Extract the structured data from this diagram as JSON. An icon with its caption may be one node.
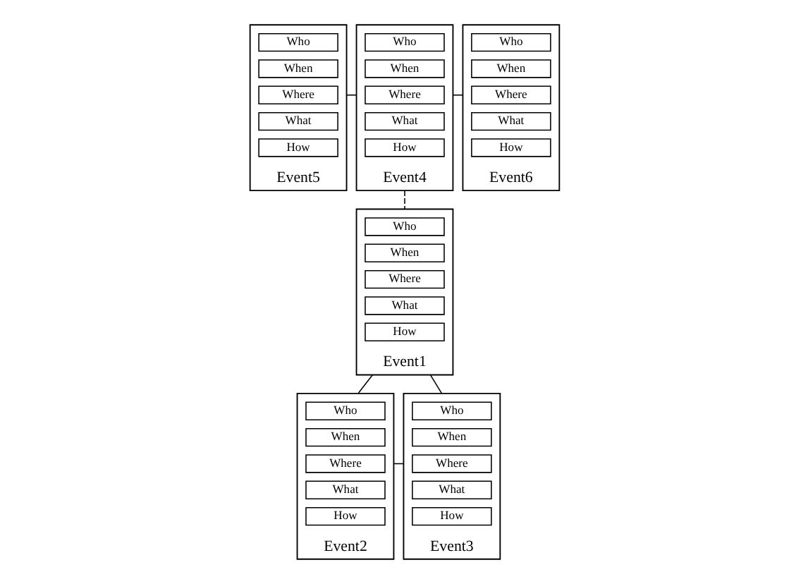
{
  "diagram": {
    "nodes": [
      {
        "text": [
          "Event5"
        ]
      },
      {
        "text": [
          "Who"
        ],
        "in": 0
      },
      {
        "text": [
          "When"
        ],
        "in": 0
      },
      {
        "text": [
          "Where"
        ],
        "in": 0
      },
      {
        "text": [
          "What"
        ],
        "in": 0
      },
      {
        "text": [
          "How"
        ],
        "in": 0
      },
      {
        "text": [
          "Event4"
        ]
      },
      {
        "text": [
          "Who"
        ],
        "in": 6
      },
      {
        "text": [
          "When"
        ],
        "in": 6
      },
      {
        "text": [
          "Where"
        ],
        "in": 6
      },
      {
        "text": [
          "What"
        ],
        "in": 6
      },
      {
        "text": [
          "How"
        ],
        "in": 6
      },
      {
        "text": [
          "Event6"
        ]
      },
      {
        "text": [
          "Who"
        ],
        "in": 12
      },
      {
        "text": [
          "When"
        ],
        "in": 12
      },
      {
        "text": [
          "Where"
        ],
        "in": 12
      },
      {
        "text": [
          "What"
        ],
        "in": 12
      },
      {
        "text": [
          "How"
        ],
        "in": 12
      },
      {
        "text": [
          "Event1"
        ]
      },
      {
        "text": [
          "Who"
        ],
        "in": 18
      },
      {
        "text": [
          "When"
        ],
        "in": 18
      },
      {
        "text": [
          "Where"
        ],
        "in": 18
      },
      {
        "text": [
          "What"
        ],
        "in": 18
      },
      {
        "text": [
          "How"
        ],
        "in": 18
      },
      {
        "text": [
          "Event2"
        ]
      },
      {
        "text": [
          "Who"
        ],
        "in": 24
      },
      {
        "text": [
          "When"
        ],
        "in": 24
      },
      {
        "text": [
          "Where"
        ],
        "in": 24
      },
      {
        "text": [
          "What"
        ],
        "in": 24
      },
      {
        "text": [
          "How"
        ],
        "in": 24
      },
      {
        "text": [
          "Event3"
        ]
      },
      {
        "text": [
          "Who"
        ],
        "in": 30
      },
      {
        "text": [
          "When"
        ],
        "in": 30
      },
      {
        "text": [
          "Where"
        ],
        "in": 30
      },
      {
        "text": [
          "What"
        ],
        "in": 30
      },
      {
        "text": [
          "How"
        ],
        "in": 30
      }
    ],
    "edges": [
      {
        "from": 0,
        "to": 6,
        "arrow": "none"
      },
      {
        "from": 6,
        "to": 12,
        "arrow": "none"
      },
      {
        "from": 6,
        "to": 18,
        "arrow": "none",
        "style": "dashed"
      },
      {
        "from": 18,
        "to": 24,
        "arrow": "none"
      },
      {
        "from": 18,
        "to": 30,
        "arrow": "none"
      },
      {
        "from": 24,
        "to": 30,
        "arrow": "none"
      }
    ]
  }
}
